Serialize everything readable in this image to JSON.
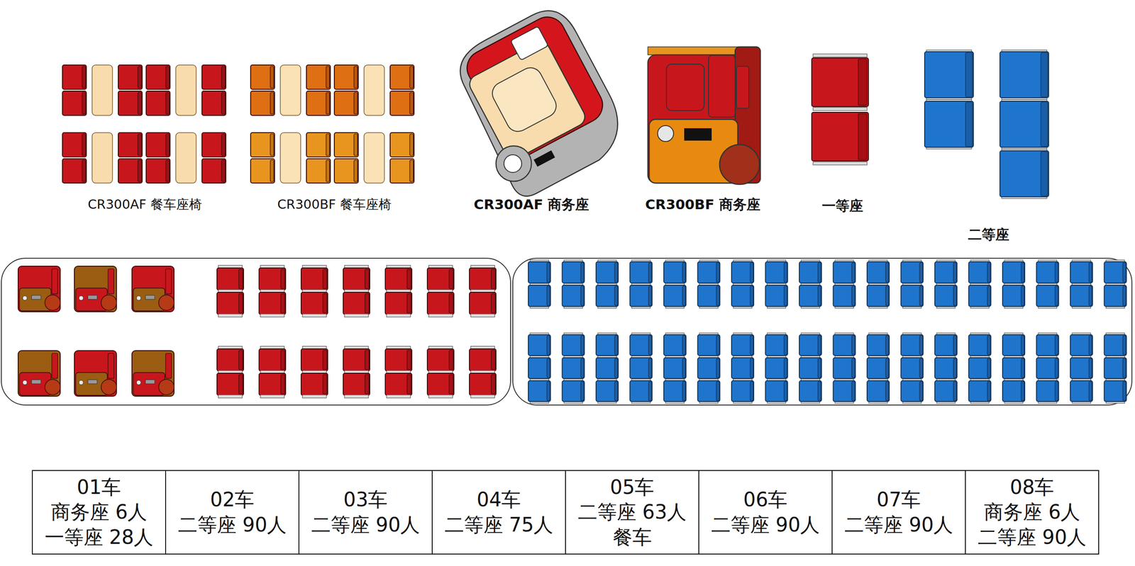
{
  "diagram": {
    "labels": [
      "CR300AF 餐车座椅",
      "CR300BF 餐车座椅",
      "CR300AF 商务座",
      "CR300BF 商务座",
      "一等座",
      "二等座",
      "01车",
      "商务座 6人",
      "一等座 28人",
      "02车",
      "二等座 90人",
      "03车",
      "二等座 90人",
      "04车",
      "二等座 75人",
      "05车",
      "二等座 63人",
      "餐车",
      "06车",
      "二等座 90人",
      "07车",
      "二等座 90人",
      "08车",
      "商务座 6人",
      "二等座 90人"
    ]
  }
}
